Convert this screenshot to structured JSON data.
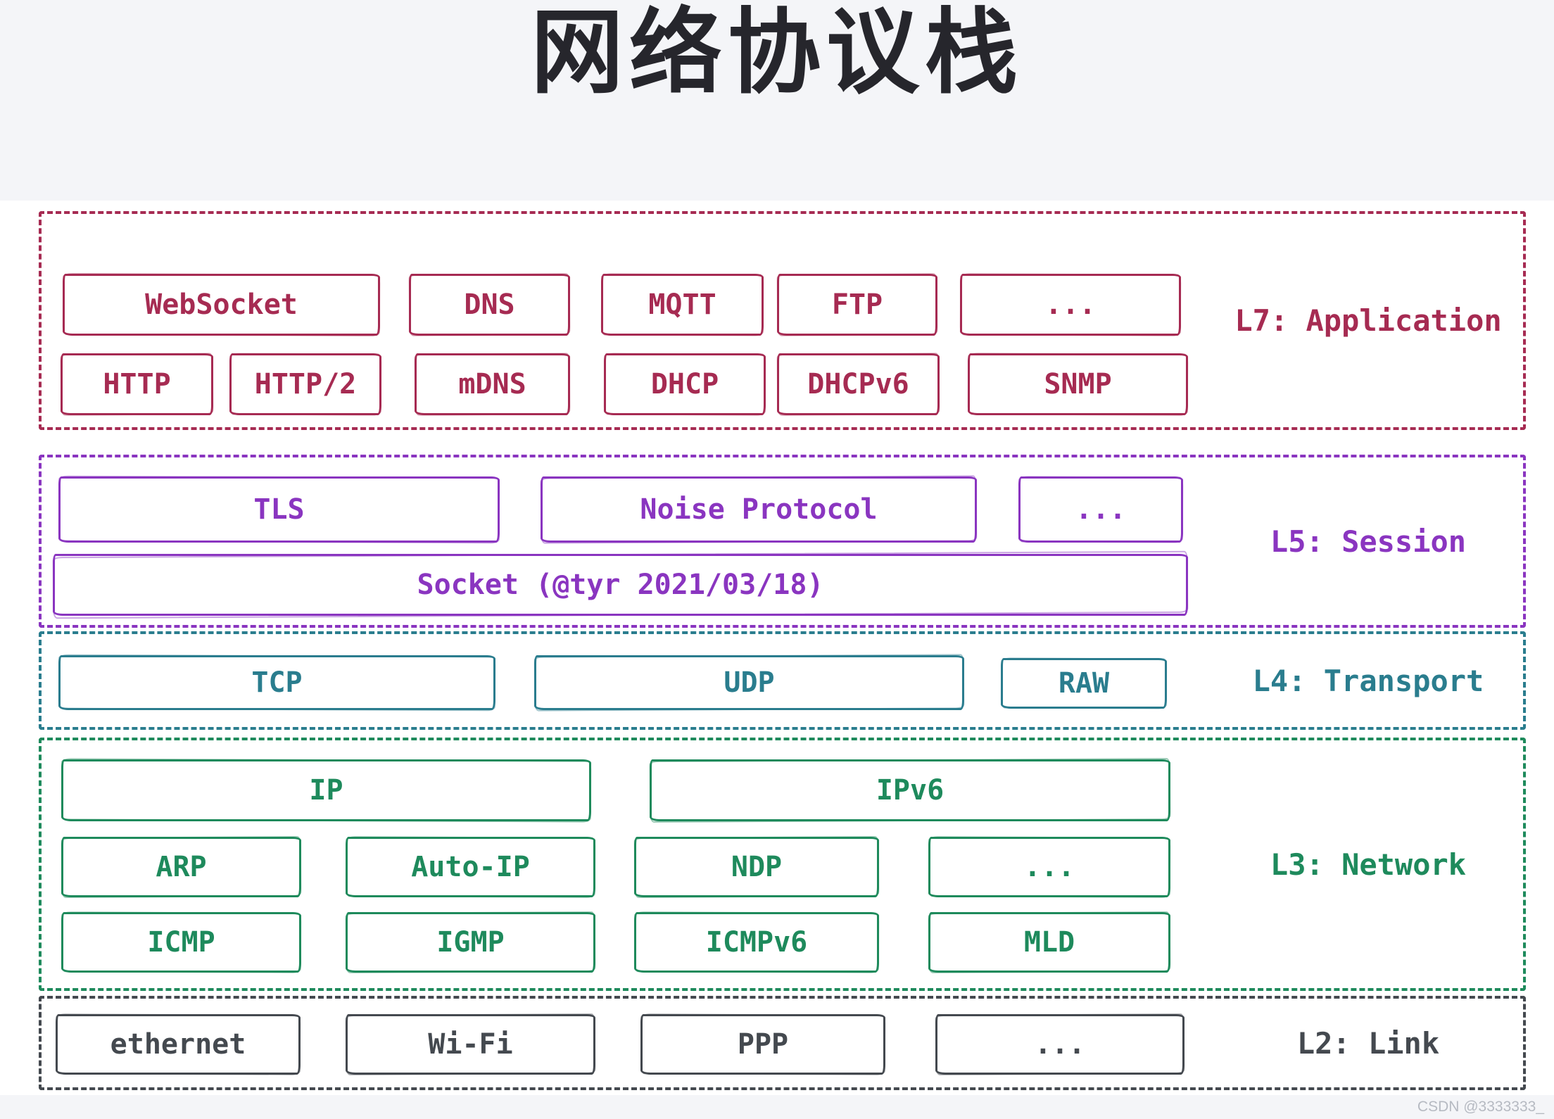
{
  "title": "网络协议栈",
  "watermark": "CSDN @3333333_",
  "colors": {
    "l7_application": "#a62b52",
    "l5_session": "#8a35c0",
    "l4_transport": "#2a7d8e",
    "l3_network": "#1e8a5c",
    "l2_link": "#44494f",
    "title_text": "#26262c",
    "page_band": "#f4f5f8",
    "canvas": "#ffffff"
  },
  "layers": {
    "l7": {
      "label": "L7: Application",
      "boxes": {
        "websocket": "WebSocket",
        "dns": "DNS",
        "mqtt": "MQTT",
        "ftp": "FTP",
        "more": "...",
        "http": "HTTP",
        "http2": "HTTP/2",
        "mdns": "mDNS",
        "dhcp": "DHCP",
        "dhcpv6": "DHCPv6",
        "snmp": "SNMP"
      }
    },
    "l5": {
      "label": "L5: Session",
      "boxes": {
        "tls": "TLS",
        "noise": "Noise Protocol",
        "more": "...",
        "socket": "Socket (@tyr 2021/03/18)"
      }
    },
    "l4": {
      "label": "L4: Transport",
      "boxes": {
        "tcp": "TCP",
        "udp": "UDP",
        "raw": "RAW"
      }
    },
    "l3": {
      "label": "L3: Network",
      "boxes": {
        "ip": "IP",
        "ipv6": "IPv6",
        "arp": "ARP",
        "autoip": "Auto-IP",
        "ndp": "NDP",
        "more": "...",
        "icmp": "ICMP",
        "igmp": "IGMP",
        "icmpv6": "ICMPv6",
        "mld": "MLD"
      }
    },
    "l2": {
      "label": "L2: Link",
      "boxes": {
        "ethernet": "ethernet",
        "wifi": "Wi-Fi",
        "ppp": "PPP",
        "more": "..."
      }
    }
  }
}
